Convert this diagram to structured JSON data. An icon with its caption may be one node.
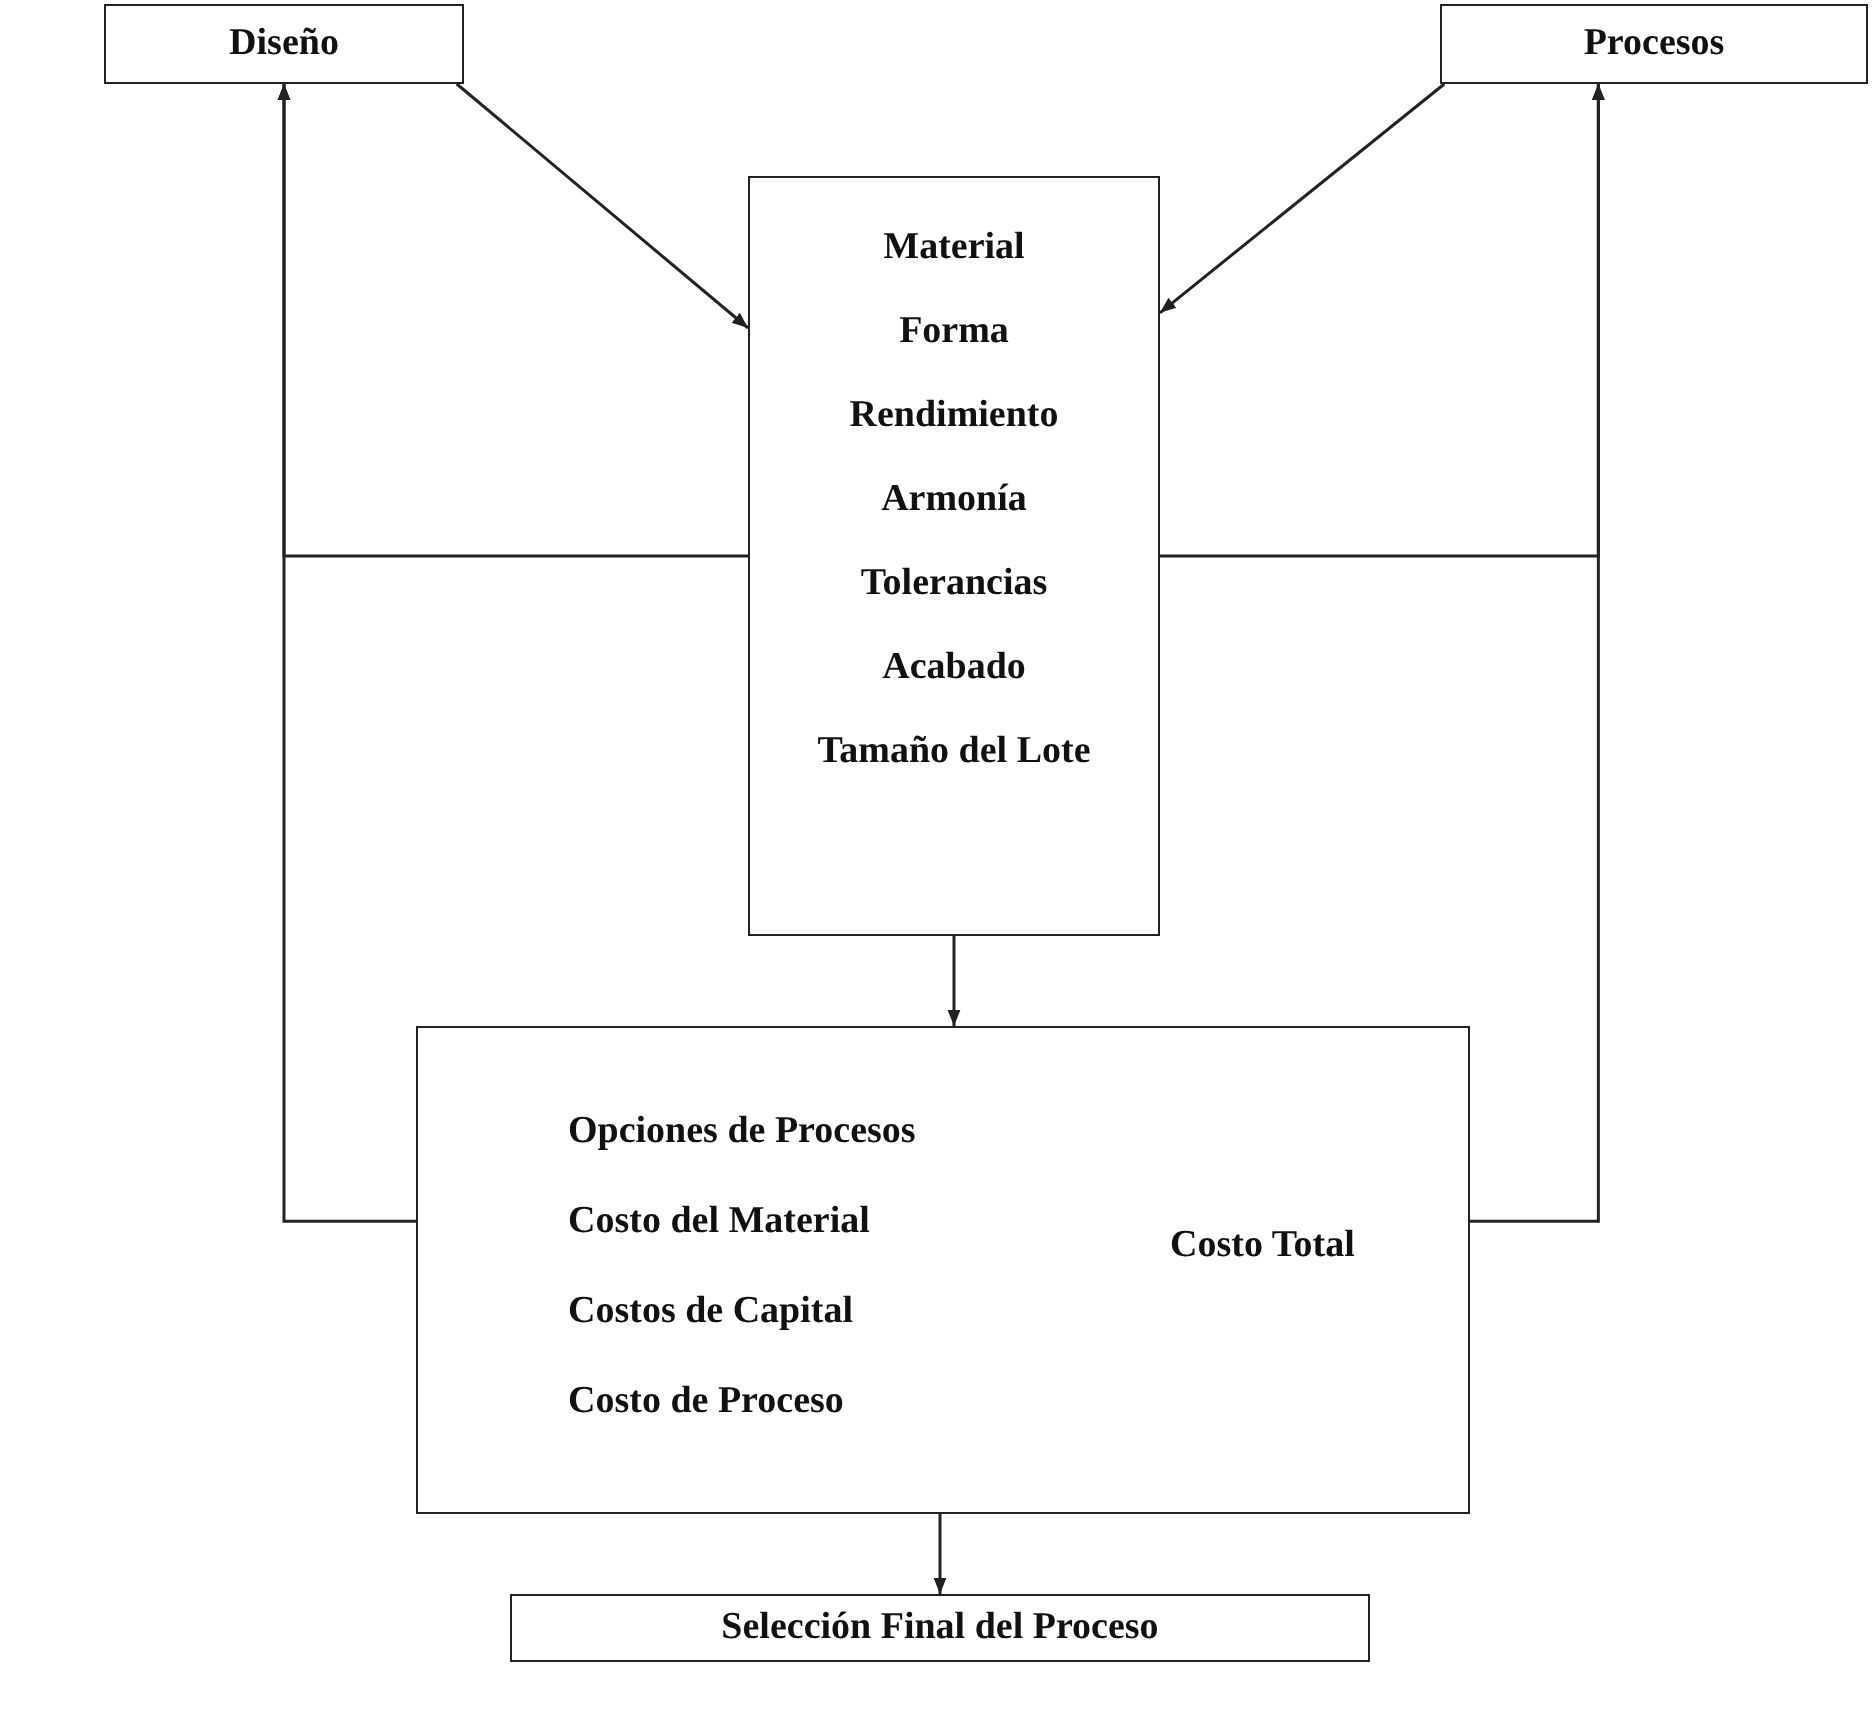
{
  "diagram": {
    "nodes": [
      {
        "text": [
          "Diseño"
        ]
      },
      {
        "text": [
          "Procesos"
        ]
      },
      {
        "text": [
          "Material",
          "Forma",
          "Rendimiento",
          "Armonía",
          "Tolerancias",
          "Acabado",
          "Tamaño del Lote"
        ]
      },
      {
        "text": [
          "Opciones de Procesos",
          "Costo del Material",
          "Costos de Capital",
          "Costo de Proceso",
          "Costo Total"
        ]
      },
      {
        "text": [
          "Selección Final del Proceso"
        ]
      }
    ],
    "edges": [
      {
        "from": 0,
        "to": 2,
        "arrow": "to"
      },
      {
        "from": 1,
        "to": 2,
        "arrow": "to"
      },
      {
        "from": 2,
        "to": 0,
        "arrow": "to"
      },
      {
        "from": 3,
        "to": 0,
        "arrow": "to"
      },
      {
        "from": 2,
        "to": 1,
        "arrow": "to"
      },
      {
        "from": 3,
        "to": 1,
        "arrow": "to"
      },
      {
        "from": 2,
        "to": 3,
        "arrow": "to"
      },
      {
        "from": 3,
        "to": 4,
        "arrow": "to"
      }
    ]
  }
}
